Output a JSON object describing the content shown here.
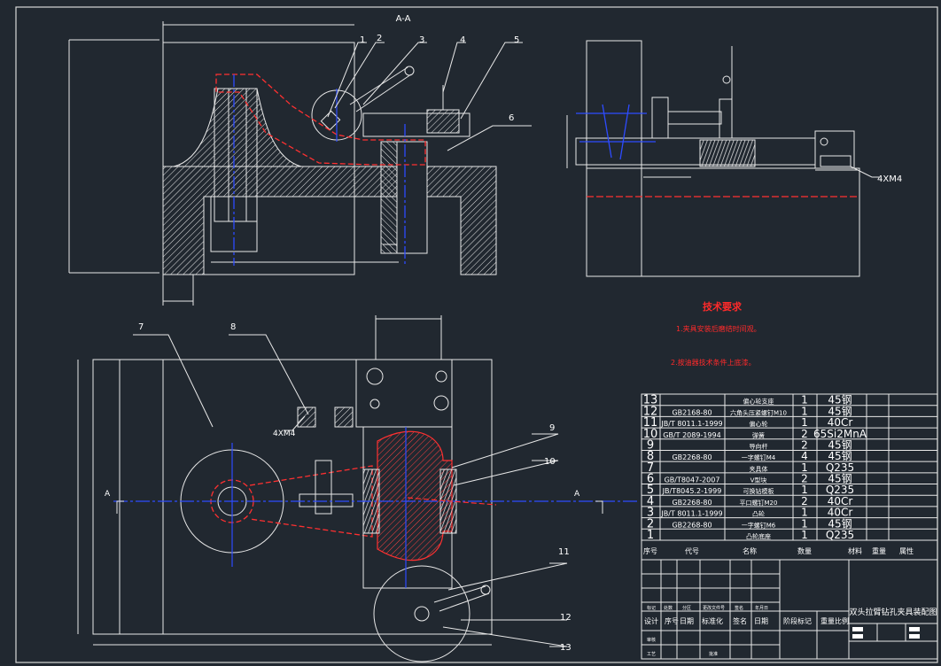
{
  "section_label": "A-A",
  "part_numbers": [
    "1",
    "2",
    "3",
    "4",
    "5",
    "6",
    "7",
    "8",
    "9",
    "10",
    "11",
    "12",
    "13"
  ],
  "callouts": {
    "thread_side": "4XM4",
    "thread_plan": "4XM4"
  },
  "section_markers": {
    "left": "A",
    "right": "A"
  },
  "tech_requirements": {
    "title": "技术要求",
    "items": [
      "1.夹具安装后磨结时间观。",
      "2.按油器技术条件上底漆。"
    ]
  },
  "bom": {
    "rows": [
      {
        "no": "13",
        "code": "",
        "name": "偏心轮支座",
        "qty": "1",
        "material": "45钢"
      },
      {
        "no": "12",
        "code": "GB2168-80",
        "name": "六角头压紧螺钉M10",
        "qty": "1",
        "material": "45钢"
      },
      {
        "no": "11",
        "code": "JB/T 8011.1-1999",
        "name": "偏心轮",
        "qty": "1",
        "material": "40Cr"
      },
      {
        "no": "10",
        "code": "GB/T 2089-1994",
        "name": "弹簧",
        "qty": "2",
        "material": "65Si2MnA"
      },
      {
        "no": "9",
        "code": "",
        "name": "导向杆",
        "qty": "2",
        "material": "45钢"
      },
      {
        "no": "8",
        "code": "GB2268-80",
        "name": "一字螺钉M4",
        "qty": "4",
        "material": "45钢"
      },
      {
        "no": "7",
        "code": "",
        "name": "夹具体",
        "qty": "1",
        "material": "Q235"
      },
      {
        "no": "6",
        "code": "GB/T8047-2007",
        "name": "V型块",
        "qty": "2",
        "material": "45钢"
      },
      {
        "no": "5",
        "code": "JB/T8045.2-1999",
        "name": "可换钻模板",
        "qty": "1",
        "material": "Q235"
      },
      {
        "no": "4",
        "code": "GB2268-80",
        "name": "平口螺钉M20",
        "qty": "2",
        "material": "40Cr"
      },
      {
        "no": "3",
        "code": "JB/T 8011.1-1999",
        "name": "凸轮",
        "qty": "1",
        "material": "40Cr"
      },
      {
        "no": "2",
        "code": "GB2268-80",
        "name": "一字螺钉M6",
        "qty": "1",
        "material": "45钢"
      },
      {
        "no": "1",
        "code": "",
        "name": "凸轮底座",
        "qty": "1",
        "material": "Q235"
      }
    ],
    "headers": {
      "no": "序号",
      "code": "代号",
      "name": "名称",
      "qty": "数量",
      "material": "材料",
      "weight": "重量",
      "attr": "属性"
    }
  },
  "title_block": {
    "drawing_title": "双头拉臂钻孔夹具装配图",
    "labels": [
      "标记",
      "处数",
      "分区",
      "更改文件号",
      "签名",
      "年月日",
      "设计",
      "序号",
      "日期",
      "标准化",
      "签名",
      "日期",
      "阶段标记",
      "重量",
      "比例",
      "审核",
      "工艺",
      "批准"
    ]
  }
}
